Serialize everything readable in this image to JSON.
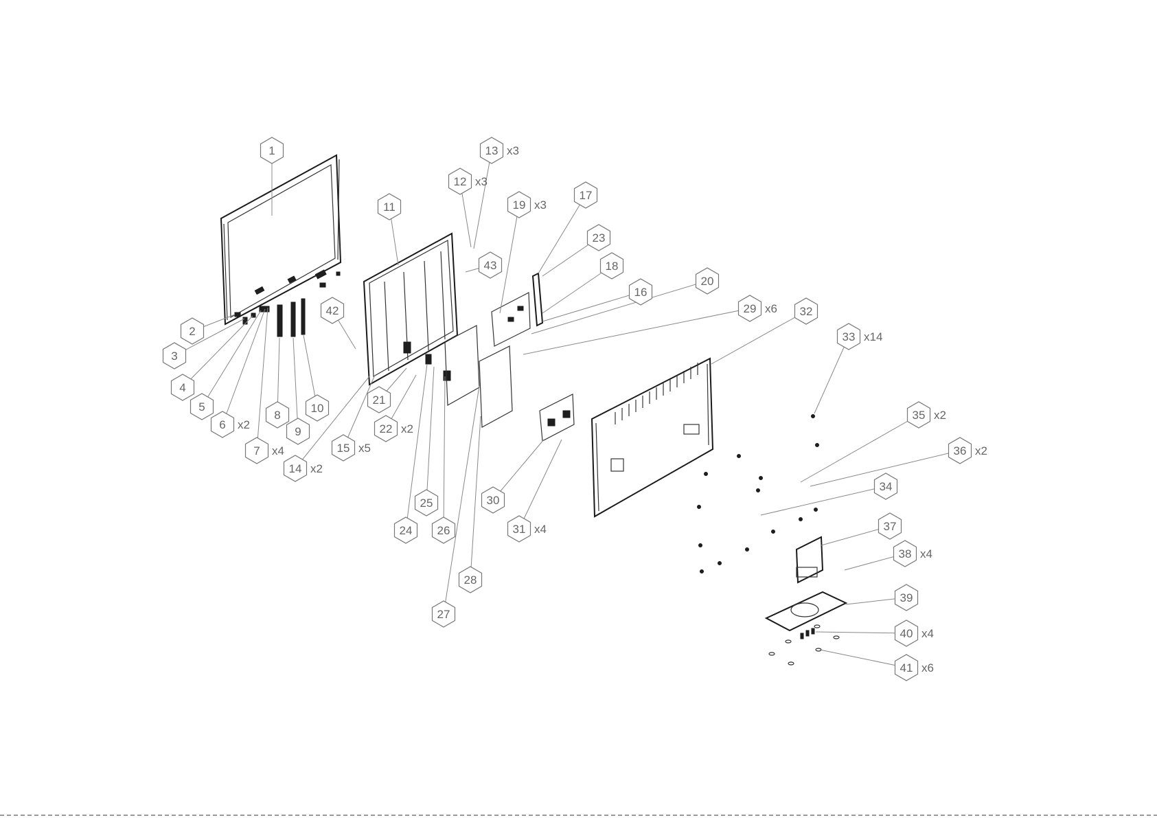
{
  "diagram": {
    "callouts": [
      {
        "num": "1",
        "qty": ""
      },
      {
        "num": "2",
        "qty": ""
      },
      {
        "num": "3",
        "qty": ""
      },
      {
        "num": "4",
        "qty": ""
      },
      {
        "num": "5",
        "qty": ""
      },
      {
        "num": "6",
        "qty": "x2"
      },
      {
        "num": "7",
        "qty": "x4"
      },
      {
        "num": "8",
        "qty": ""
      },
      {
        "num": "9",
        "qty": ""
      },
      {
        "num": "10",
        "qty": ""
      },
      {
        "num": "11",
        "qty": ""
      },
      {
        "num": "12",
        "qty": "x3"
      },
      {
        "num": "13",
        "qty": "x3"
      },
      {
        "num": "14",
        "qty": "x2"
      },
      {
        "num": "15",
        "qty": "x5"
      },
      {
        "num": "16",
        "qty": ""
      },
      {
        "num": "17",
        "qty": ""
      },
      {
        "num": "18",
        "qty": ""
      },
      {
        "num": "19",
        "qty": "x3"
      },
      {
        "num": "20",
        "qty": ""
      },
      {
        "num": "21",
        "qty": ""
      },
      {
        "num": "22",
        "qty": "x2"
      },
      {
        "num": "23",
        "qty": ""
      },
      {
        "num": "24",
        "qty": ""
      },
      {
        "num": "25",
        "qty": ""
      },
      {
        "num": "26",
        "qty": ""
      },
      {
        "num": "27",
        "qty": ""
      },
      {
        "num": "28",
        "qty": ""
      },
      {
        "num": "29",
        "qty": "x6"
      },
      {
        "num": "30",
        "qty": ""
      },
      {
        "num": "31",
        "qty": "x4"
      },
      {
        "num": "32",
        "qty": ""
      },
      {
        "num": "33",
        "qty": "x14"
      },
      {
        "num": "34",
        "qty": ""
      },
      {
        "num": "35",
        "qty": "x2"
      },
      {
        "num": "36",
        "qty": "x2"
      },
      {
        "num": "37",
        "qty": ""
      },
      {
        "num": "38",
        "qty": "x4"
      },
      {
        "num": "39",
        "qty": ""
      },
      {
        "num": "40",
        "qty": "x4"
      },
      {
        "num": "41",
        "qty": "x6"
      },
      {
        "num": "42",
        "qty": ""
      },
      {
        "num": "43",
        "qty": ""
      }
    ]
  }
}
